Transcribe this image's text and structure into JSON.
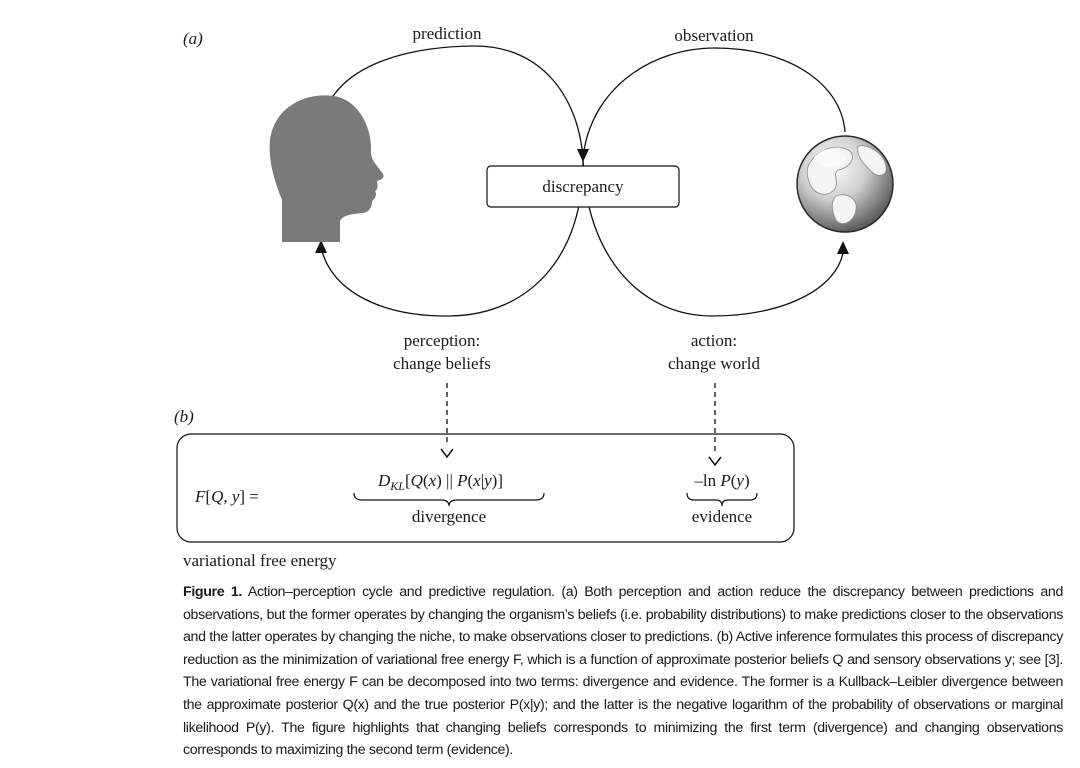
{
  "panel_a_label": "(a)",
  "panel_b_label": "(b)",
  "diagram": {
    "prediction_label": "prediction",
    "observation_label": "observation",
    "discrepancy_label": "discrepancy",
    "perception_line1": "perception:",
    "perception_line2": "change beliefs",
    "action_line1": "action:",
    "action_line2": "change world",
    "head_icon": "human-head-silhouette",
    "globe_icon": "earth-globe"
  },
  "equation": {
    "lhs": "F[Q, y] =",
    "lhs_F": "F",
    "lhs_Q": "Q",
    "lhs_y": "y",
    "divergence_D": "D",
    "divergence_sub": "KL",
    "divergence_rest": "[Q(x) || P(x|y)]",
    "divergence_label": "divergence",
    "evidence_term": "–ln P(y)",
    "evidence_label": "evidence",
    "footer_label": "variational free energy"
  },
  "caption": {
    "label": "Figure 1.",
    "text": "Action–perception cycle and predictive regulation. (a) Both perception and action reduce the discrepancy between predictions and observations, but the former operates by changing the organism’s beliefs (i.e. probability distributions) to make predictions closer to the observations and the latter operates by changing the niche, to make observations closer to predictions. (b) Active inference formulates this process of discrepancy reduction as the minimization of variational free energy F, which is a function of approximate posterior beliefs Q and sensory observations y; see [3]. The variational free energy F can be decomposed into two terms: divergence and evidence. The former is a Kullback–Leibler divergence between the approximate posterior Q(x) and the true posterior P(x|y); and the latter is the negative logarithm of the probability of observations or marginal likelihood P(y). The figure highlights that changing beliefs corresponds to minimizing the first term (divergence) and changing observations corresponds to maximizing the second term (evidence)."
  }
}
